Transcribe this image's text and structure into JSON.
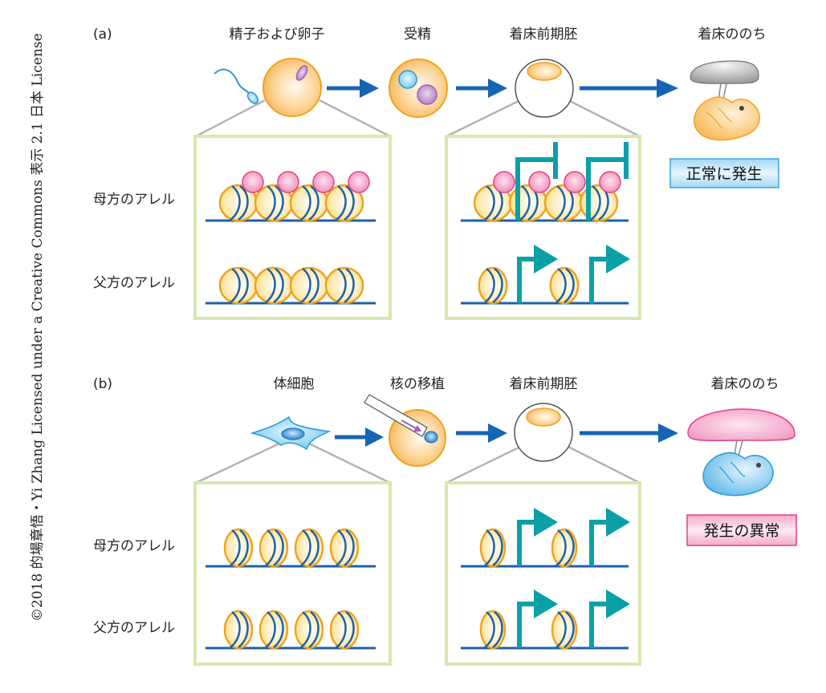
{
  "credit": "©2018 的場章悟・Yi Zhang Licensed under a Creative Commons 表示 2.1 日本 License",
  "colors": {
    "arrow_blue": "#1565b3",
    "teal": "#0aa0a6",
    "orange": "#f2a21f",
    "box_green": "#d7e8ae",
    "connector_gray": "#b3b3b3",
    "pink": "#e2418c",
    "dna_blue": "#1b62a8"
  },
  "panels": [
    {
      "id": "a",
      "label": "(a)",
      "stages": [
        "精子および卵子",
        "受精",
        "着床前期胚",
        "着床ののち"
      ],
      "outcome": "正常に発生",
      "row_labels": [
        "母方のアレル",
        "父方のアレル"
      ],
      "left_box": {
        "maternal": {
          "nucleosomes": 4,
          "methylated": true
        },
        "paternal": {
          "nucleosomes": 4,
          "methylated": false
        }
      },
      "right_box": {
        "maternal": {
          "state": "repressed",
          "nucleosomes": 4,
          "methylated": true
        },
        "paternal": {
          "state": "expressed",
          "nucleosomes": 2,
          "methylated": false
        }
      }
    },
    {
      "id": "b",
      "label": "(b)",
      "stages": [
        "体細胞",
        "核の移植",
        "着床前期胚",
        "着床ののち"
      ],
      "outcome": "発生の異常",
      "row_labels": [
        "母方のアレル",
        "父方のアレル"
      ],
      "left_box": {
        "maternal": {
          "nucleosomes": 4,
          "methylated": false
        },
        "paternal": {
          "nucleosomes": 4,
          "methylated": false
        }
      },
      "right_box": {
        "maternal": {
          "state": "expressed",
          "nucleosomes": 2,
          "methylated": false
        },
        "paternal": {
          "state": "expressed",
          "nucleosomes": 2,
          "methylated": false
        }
      }
    }
  ]
}
